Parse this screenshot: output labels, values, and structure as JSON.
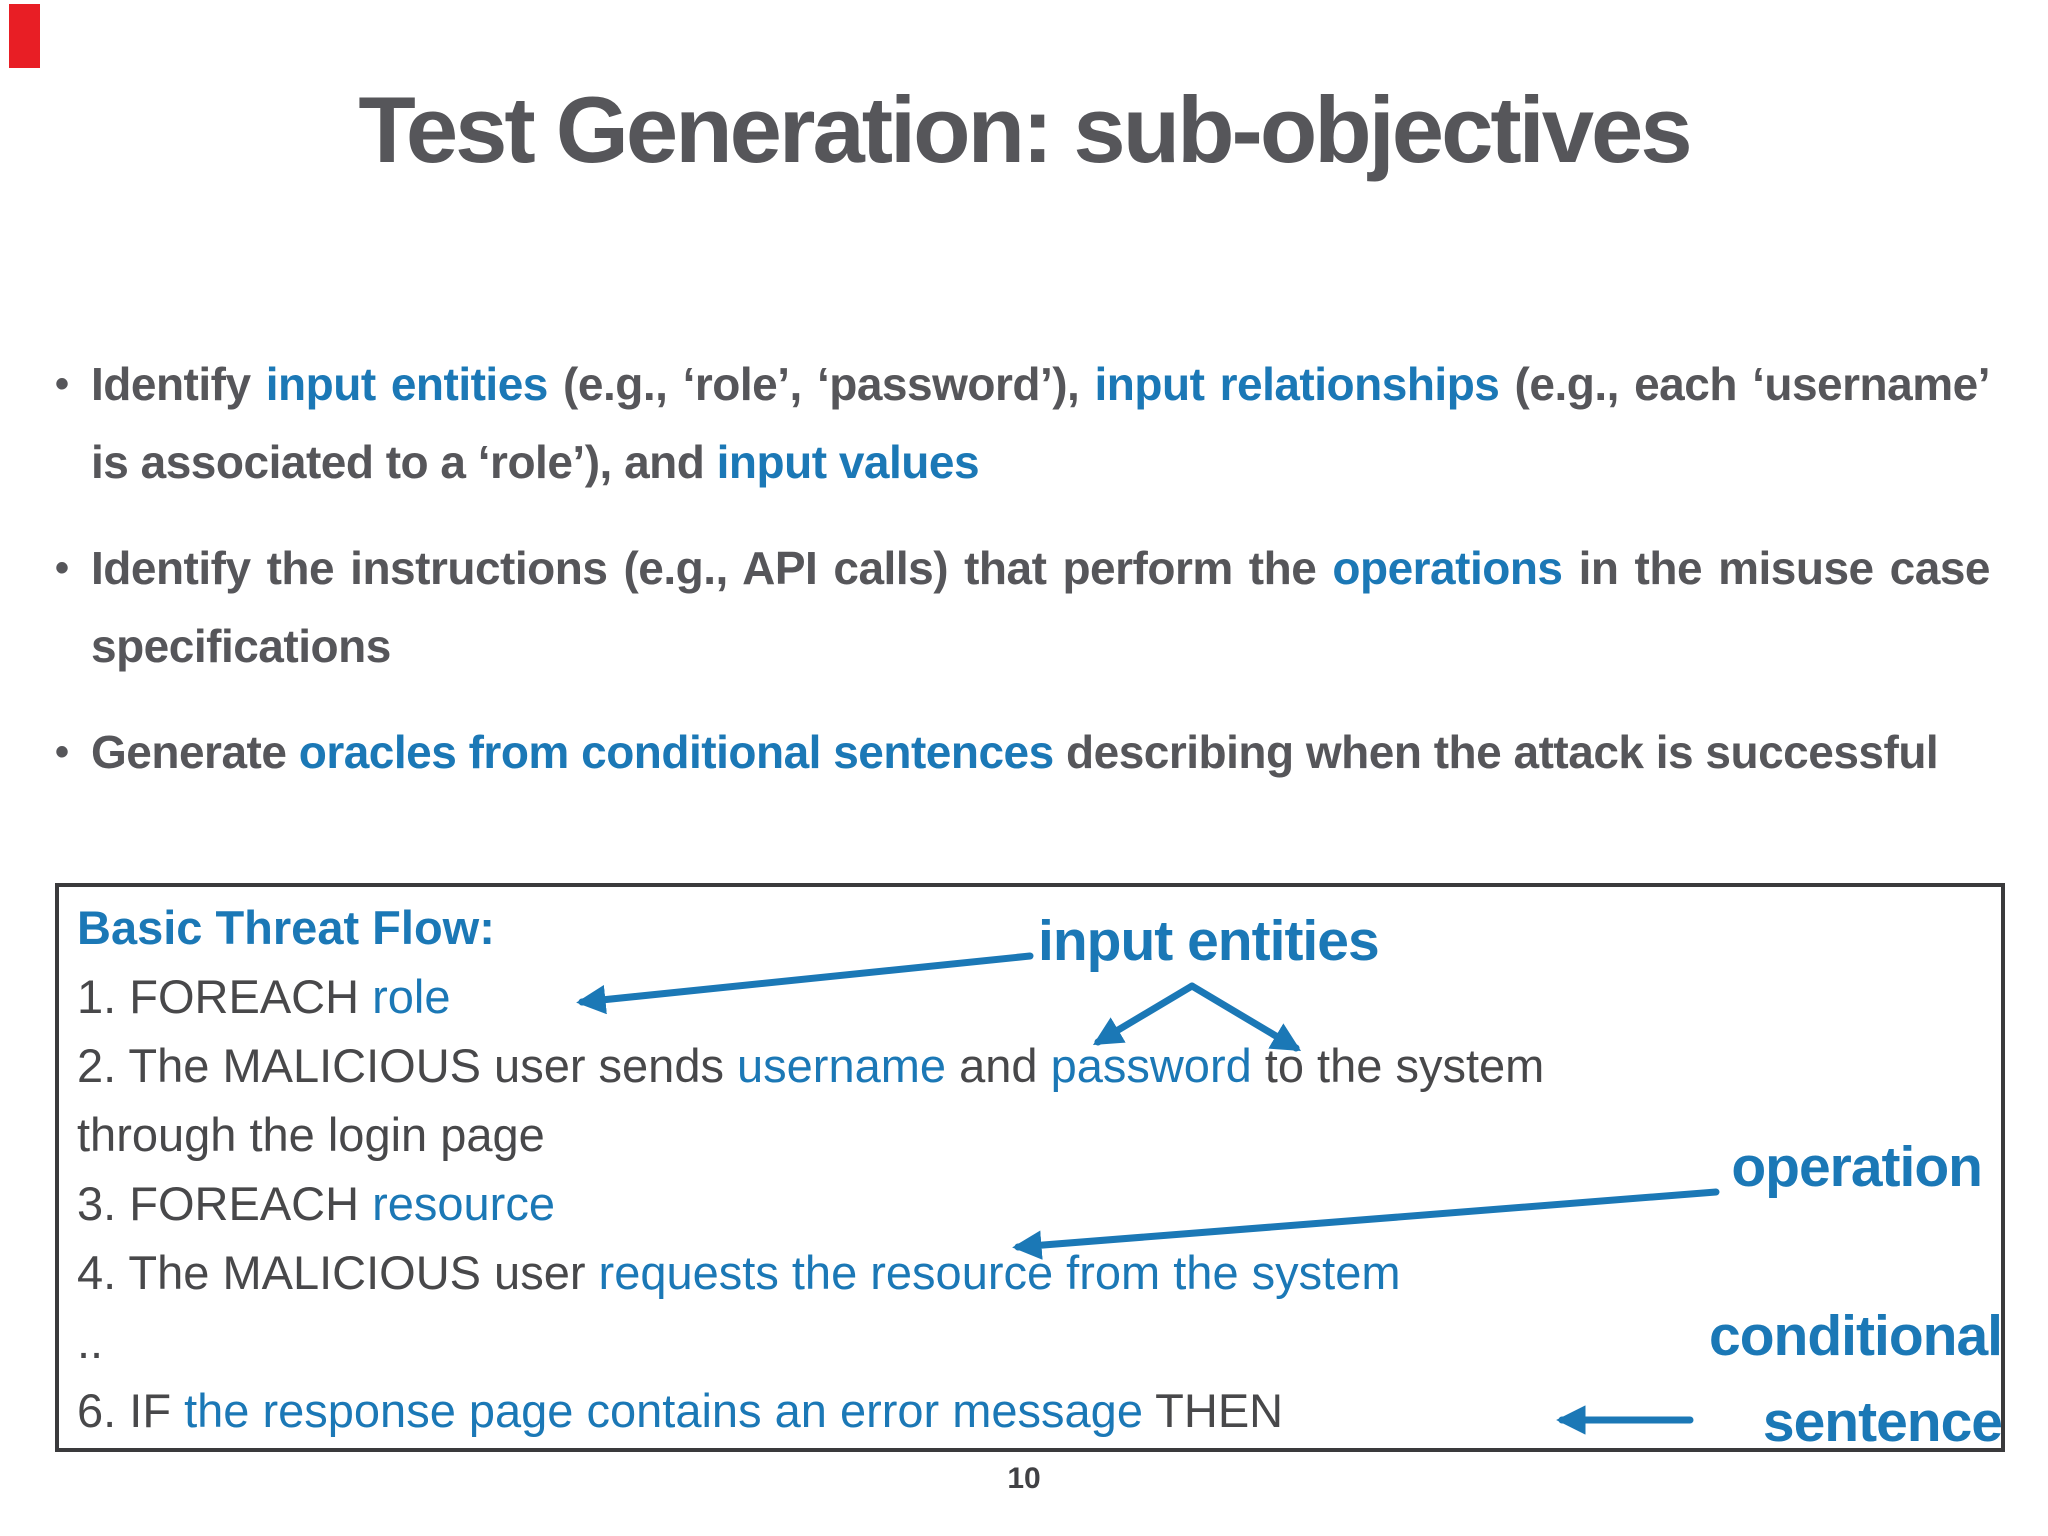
{
  "slide": {
    "colors": {
      "accent": "#e81e25",
      "highlight": "#1b78b6",
      "text": "#56565a",
      "box_text": "#48484a",
      "border": "#3a3a3c",
      "page_num": "#414144"
    },
    "title": "Test Generation: sub-objectives",
    "bullet_char": "•",
    "bullets": [
      {
        "segments": [
          {
            "t": "Identify "
          },
          {
            "t": "input entities",
            "hl": true
          },
          {
            "t": " (e.g., ‘role’, ‘password’), "
          },
          {
            "t": "input relationships",
            "hl": true
          },
          {
            "t": " (e.g., each ‘username’ is associated to a ‘role’), and "
          },
          {
            "t": "input values",
            "hl": true
          }
        ]
      },
      {
        "segments": [
          {
            "t": "Identify the instructions (e.g., API calls) that perform the "
          },
          {
            "t": "operations",
            "hl": true
          },
          {
            "t": " in the misuse case specifications"
          }
        ]
      },
      {
        "segments": [
          {
            "t": "Generate "
          },
          {
            "t": "oracles from conditional sentences",
            "hl": true
          },
          {
            "t": " describing when the attack is successful"
          }
        ]
      }
    ],
    "threat_flow_box": {
      "heading": "Basic Threat Flow:",
      "lines": [
        [
          {
            "t": "1. FOREACH "
          },
          {
            "t": "role",
            "hl": true
          }
        ],
        [
          {
            "t": "2. The MALICIOUS user sends "
          },
          {
            "t": "username",
            "hl": true
          },
          {
            "t": " and "
          },
          {
            "t": "password",
            "hl": true
          },
          {
            "t": " to the system"
          }
        ],
        [
          {
            "t": "through the login page"
          }
        ],
        [
          {
            "t": "3. FOREACH "
          },
          {
            "t": "resource",
            "hl": true
          }
        ],
        [
          {
            "t": "4. The MALICIOUS user "
          },
          {
            "t": "requests the resource from the system",
            "hl": true
          }
        ],
        [
          {
            "t": ".."
          }
        ],
        [
          {
            "t": "6. IF "
          },
          {
            "t": "the response page contains an error message",
            "hl": true
          },
          {
            "t": " THEN"
          }
        ]
      ]
    },
    "annotations": {
      "input_entities": "input entities",
      "operation": "operation",
      "conditional_sentence": [
        "conditional",
        "sentence"
      ]
    },
    "page_number": "10"
  }
}
